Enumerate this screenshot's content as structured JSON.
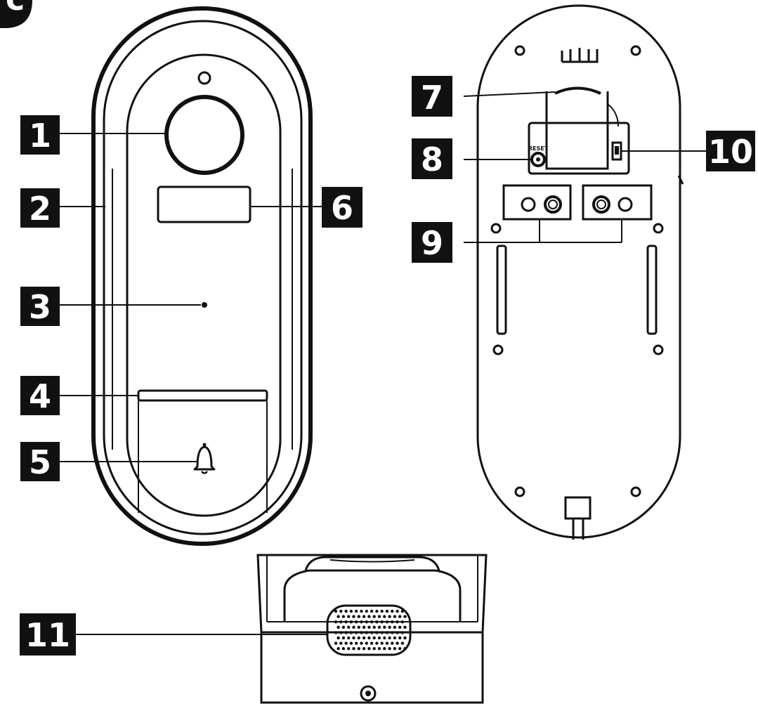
{
  "callouts": [
    {
      "id": "1",
      "label": "1"
    },
    {
      "id": "2",
      "label": "2"
    },
    {
      "id": "3",
      "label": "3"
    },
    {
      "id": "4",
      "label": "4"
    },
    {
      "id": "5",
      "label": "5"
    },
    {
      "id": "6",
      "label": "6"
    },
    {
      "id": "7",
      "label": "7"
    },
    {
      "id": "8",
      "label": "8"
    },
    {
      "id": "9",
      "label": "9"
    },
    {
      "id": "10",
      "label": "10"
    },
    {
      "id": "11",
      "label": "11"
    }
  ],
  "corner_tab": {
    "label": "c"
  },
  "back_panel": {
    "reset_label": "RESET"
  },
  "colors": {
    "ink": "#111111",
    "paper": "#ffffff"
  }
}
